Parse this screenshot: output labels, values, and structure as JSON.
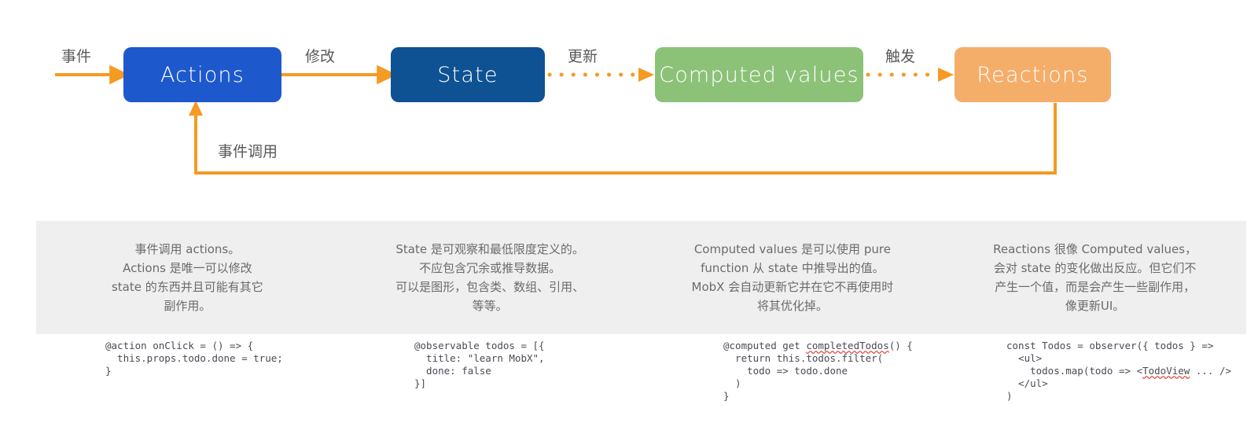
{
  "diagram": {
    "title": "MobX dataflow",
    "colors": {
      "actions": "#1D59CD",
      "state": "#0E5293",
      "computed": "#8CC278",
      "reactions": "#F5AE69",
      "arrow": "#F59A23",
      "panel_bg": "#EFEFEF",
      "label_text": "#595959",
      "desc_text": "#6B6B6B",
      "code_text": "#4A4A55",
      "spellcheck_underline": "#E04A4A"
    },
    "nodes": [
      {
        "id": "actions",
        "label": "Actions"
      },
      {
        "id": "state",
        "label": "State"
      },
      {
        "id": "computed",
        "label": "Computed values"
      },
      {
        "id": "reactions",
        "label": "Reactions"
      }
    ],
    "arrows": [
      {
        "id": "event",
        "label": "事件",
        "style": "solid",
        "from": "",
        "to": "actions"
      },
      {
        "id": "modify",
        "label": "修改",
        "style": "solid",
        "from": "actions",
        "to": "state"
      },
      {
        "id": "update",
        "label": "更新",
        "style": "dotted",
        "from": "state",
        "to": "computed"
      },
      {
        "id": "trigger",
        "label": "触发",
        "style": "dotted",
        "from": "computed",
        "to": "reactions"
      },
      {
        "id": "event-call",
        "label": "事件调用",
        "style": "solid",
        "from": "reactions",
        "to": "actions"
      }
    ]
  },
  "descriptions": [
    {
      "id": "actions",
      "lines": [
        "事件调用 actions。",
        "Actions 是唯一可以修改",
        "state 的东西并且可能有其它",
        "副作用。"
      ]
    },
    {
      "id": "state",
      "lines": [
        "State 是可观察和最低限度定义的。",
        "不应包含冗余或推导数据。",
        "可以是图形，包含类、数组、引用、",
        "等等。"
      ]
    },
    {
      "id": "computed",
      "lines": [
        "Computed values 是可以使用 pure",
        "function 从 state 中推导出的值。",
        "MobX 会自动更新它并在它不再使用时",
        "将其优化掉。"
      ]
    },
    {
      "id": "reactions",
      "lines": [
        "Reactions 很像 Computed values，",
        "会对 state 的变化做出反应。但它们不",
        "产生一个值，而是会产生一些副作用，",
        "像更新UI。"
      ]
    }
  ],
  "code_samples": [
    {
      "id": "actions-code",
      "text": "@action onClick = () => {\n  this.props.todo.done = true;\n}"
    },
    {
      "id": "state-code",
      "text": "@observable todos = [{\n  title: \"learn MobX\",\n  done: false\n}]"
    },
    {
      "id": "computed-code",
      "pre": "@computed get ",
      "misspelled": "completedTodos",
      "post": "() {\n  return this.todos.filter(\n    todo => todo.done\n  )\n}"
    },
    {
      "id": "reactions-code",
      "pre": "const Todos = observer({ todos } =>\n  <ul>\n    todos.map(todo => <",
      "misspelled": "TodoView",
      "post": " ... />\n  </ul>\n)"
    }
  ]
}
